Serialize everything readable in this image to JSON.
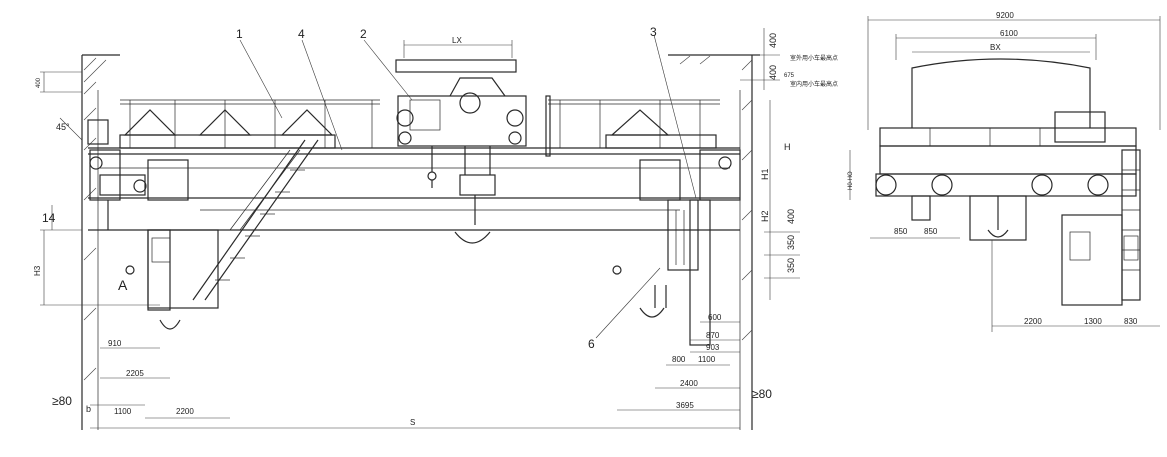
{
  "part_numbers": [
    "1",
    "4",
    "2",
    "3",
    "6"
  ],
  "top_dims": {
    "lx": "LX",
    "v400_top": "400",
    "v400_mid": "400",
    "v675": "675"
  },
  "left_dims": {
    "d400": "400",
    "angle": "45°",
    "b14": "14",
    "h3": "H3",
    "ge80": "≥80",
    "b": "b",
    "a_mark": "A",
    "d910": "910",
    "d2205": "2205",
    "d1100": "1100",
    "d2200": "2200",
    "span": "S"
  },
  "right_dims": {
    "h": "H",
    "h1": "H1",
    "h2": "H2",
    "d400": "400",
    "d350a": "350",
    "d350b": "350",
    "d600": "600",
    "d870": "870",
    "d903": "903",
    "d800": "800",
    "d1100": "1100",
    "d2400": "2400",
    "d3695": "3695",
    "ge80": "≥80"
  },
  "side_view": {
    "d9200": "9200",
    "d6100": "6100",
    "bx": "BX",
    "note_outdoor": "室外用小车最高点",
    "note_indoor": "室内用小车最高点",
    "h0": "H0-HO",
    "d850a": "850",
    "d850b": "850",
    "d2200": "2200",
    "d1300": "1300",
    "d830": "830"
  }
}
